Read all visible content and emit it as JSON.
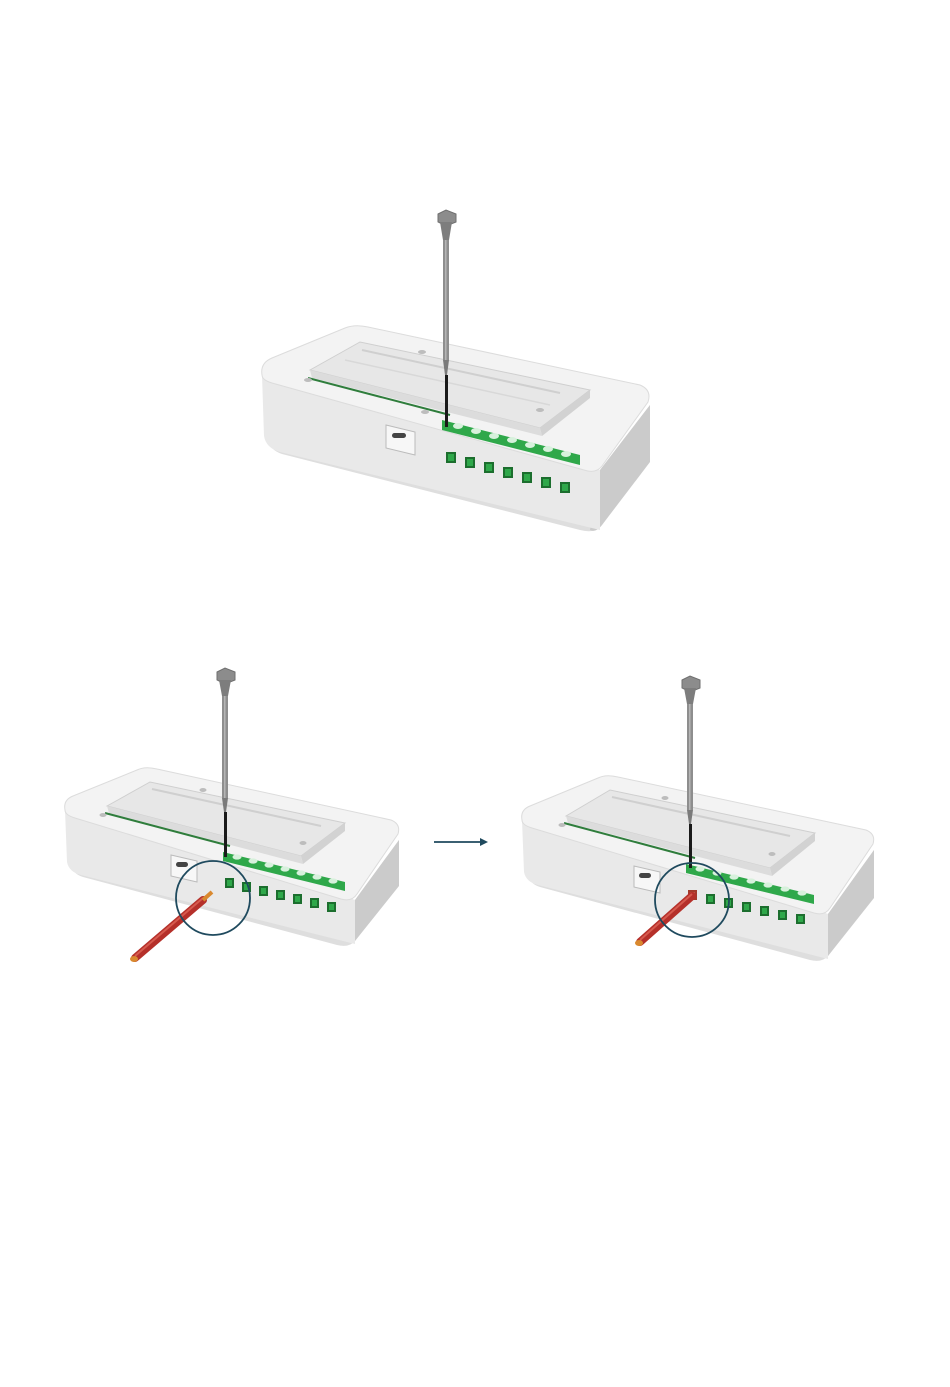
{
  "page": {
    "background": "#ffffff"
  },
  "colors": {
    "housing_top": "#f1f1f1",
    "housing_side": "#e4e4e4",
    "housing_shadow": "#cfcfcf",
    "terminal_green": "#2fa84a",
    "terminal_dark": "#1c6e2e",
    "screwdriver": "#8c8c8c",
    "screwdriver_dark": "#1a1a1a",
    "wire": "#b5302a",
    "wire_tip": "#d9892f",
    "callout_circle": "#1f4a5e",
    "arrow": "#1f4a5e"
  },
  "figures": [
    {
      "name": "device-screwdriver-overview",
      "icon": "screwdriver-icon"
    },
    {
      "name": "device-wire-before-insert",
      "icon": "wire-icon"
    },
    {
      "name": "device-wire-inserted",
      "icon": "wire-icon"
    }
  ],
  "arrow": {
    "icon": "arrow-right-icon"
  }
}
